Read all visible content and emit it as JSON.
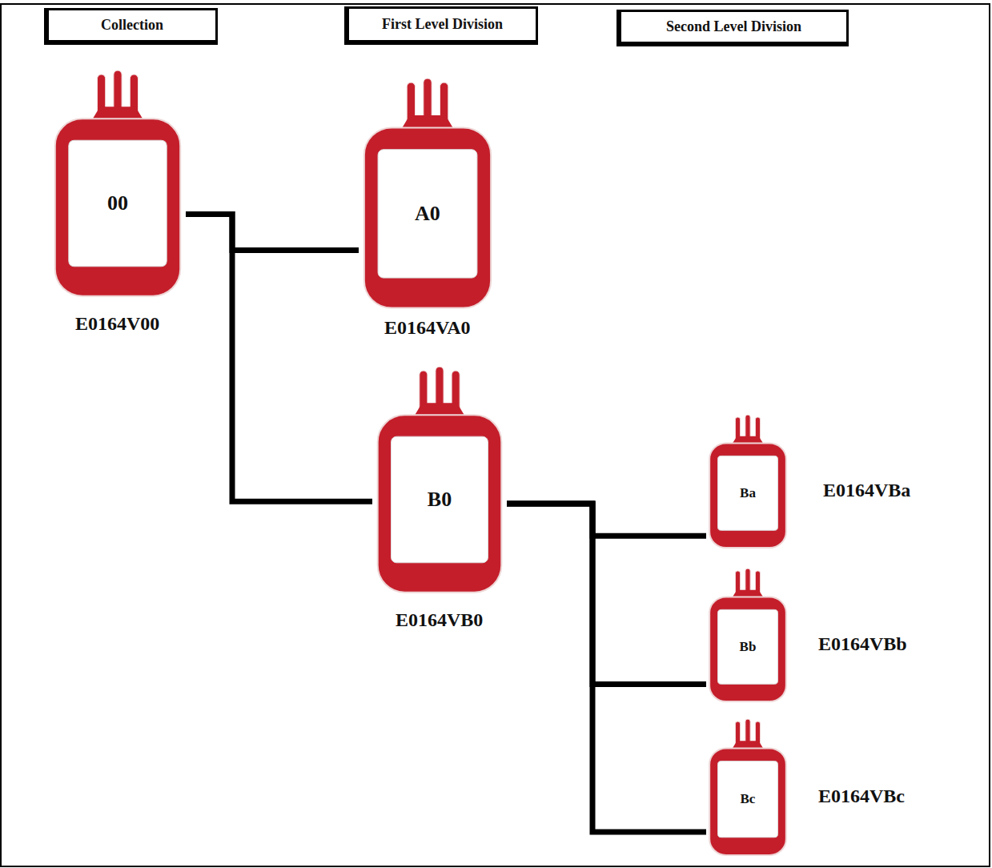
{
  "diagram": {
    "nodes": [
      {
        "text": [
          "Collection"
        ]
      },
      {
        "text": [
          "First Level Division"
        ]
      },
      {
        "text": [
          "Second Level Division"
        ]
      },
      {
        "text": [
          "00",
          "E0164V00"
        ]
      },
      {
        "text": [
          "A0",
          "E0164VA0"
        ]
      },
      {
        "text": [
          "B0",
          "E0164VB0"
        ]
      },
      {
        "text": [
          "Ba",
          "E0164VBa"
        ]
      },
      {
        "text": [
          "Bb",
          "E0164VBb"
        ]
      },
      {
        "text": [
          "Bc",
          "E0164VBc"
        ]
      }
    ],
    "edges": [
      {
        "from": 3,
        "to": 4,
        "arrow": "none"
      },
      {
        "from": 3,
        "to": 5,
        "arrow": "none"
      },
      {
        "from": 5,
        "to": 6,
        "arrow": "none"
      },
      {
        "from": 5,
        "to": 7,
        "arrow": "none"
      },
      {
        "from": 5,
        "to": 8,
        "arrow": "none"
      }
    ]
  }
}
